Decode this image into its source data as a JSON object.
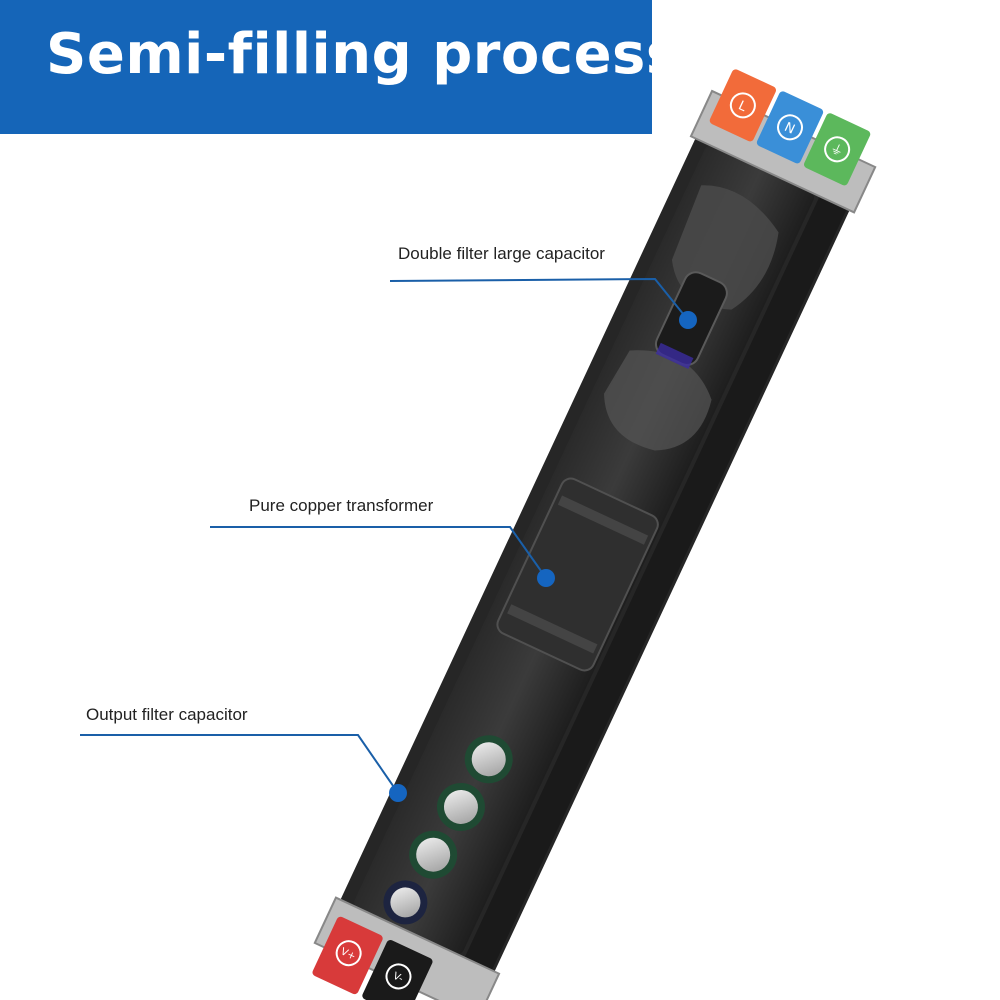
{
  "banner": {
    "title": "Semi-filling process",
    "color": "#1565b8"
  },
  "callouts": [
    {
      "label": "Double filter large capacitor"
    },
    {
      "label": "Pure copper transformer"
    },
    {
      "label": "Output filter capacitor"
    }
  ],
  "terminals": {
    "top": [
      "L",
      "N",
      "⏚"
    ],
    "bottom": [
      "V+",
      "V-"
    ]
  },
  "colors": {
    "line": "#1a5fa8",
    "dot": "#1565c0",
    "terminal_l": "#f26b3a",
    "terminal_n": "#3a8fd8",
    "terminal_ground": "#5cb85c",
    "terminal_vplus": "#d83a3a",
    "terminal_vminus": "#1a1a1a"
  }
}
